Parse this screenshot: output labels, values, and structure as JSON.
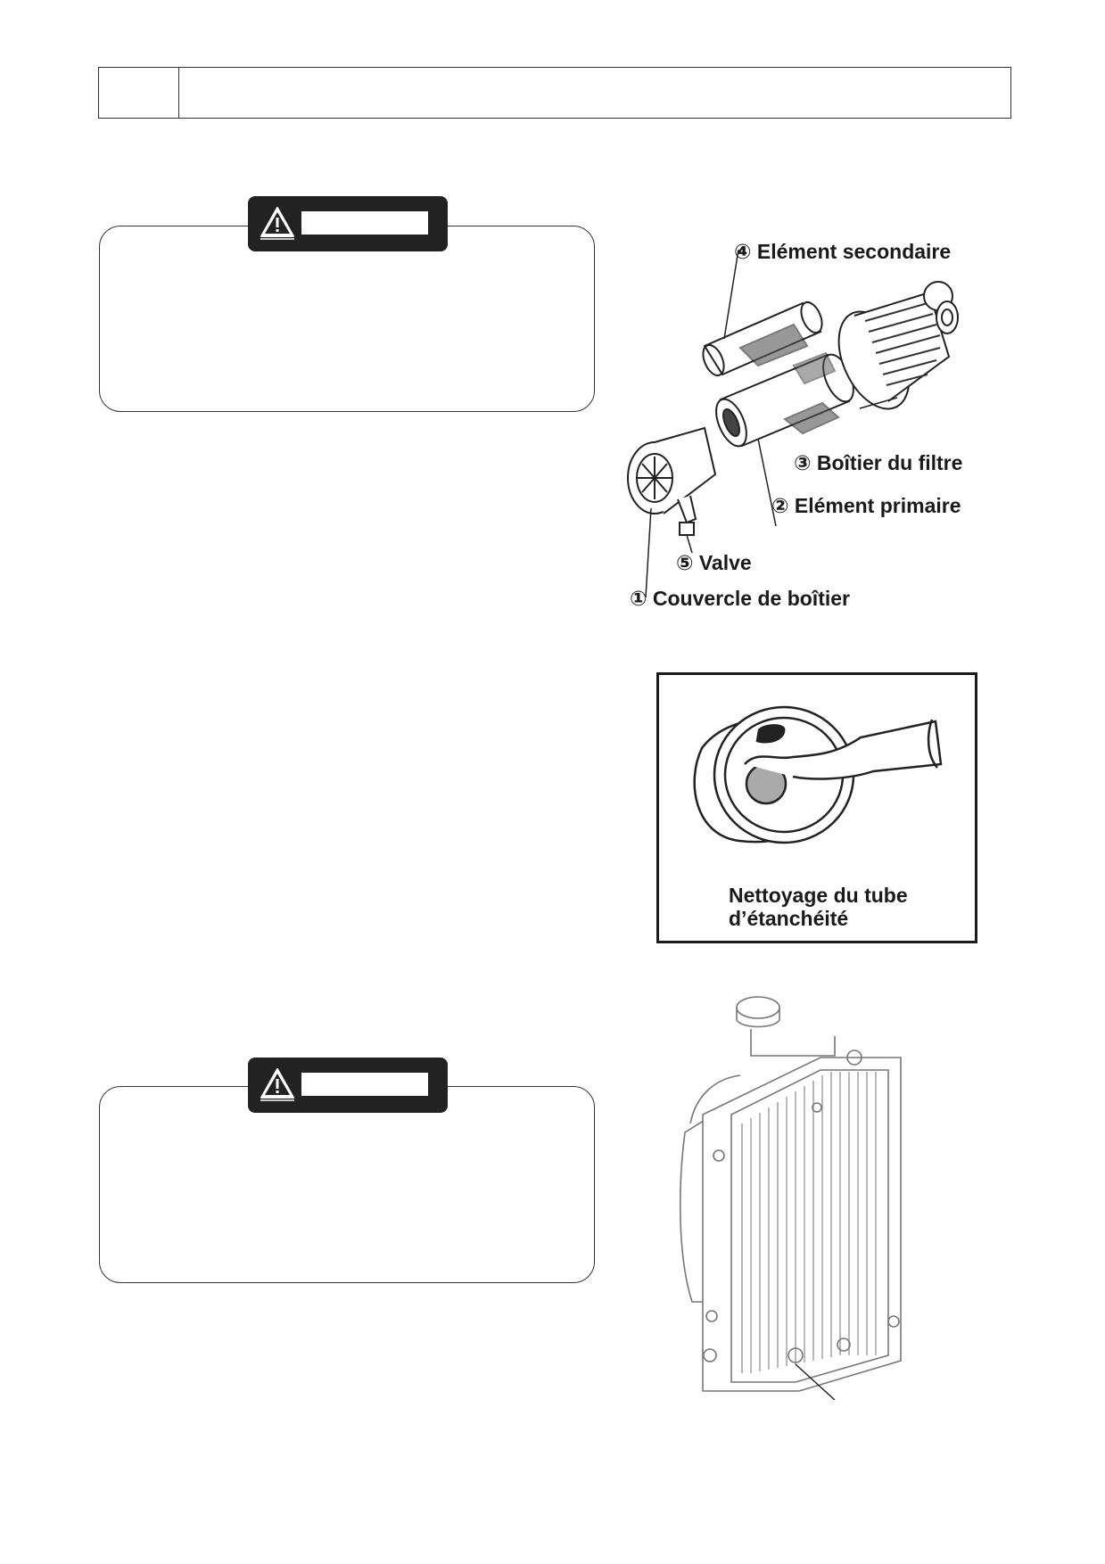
{
  "air_filter_figure": {
    "labels": {
      "secondary_element": "④  Elément secondaire",
      "filter_housing": "③  Boîtier du filtre",
      "primary_element": "②  Elément primaire",
      "valve": "⑤  Valve",
      "housing_cover": "①  Couvercle de boîtier"
    }
  },
  "seal_tube_figure": {
    "caption_line1": "Nettoyage du tube",
    "caption_line2": "d’étanchéité"
  }
}
